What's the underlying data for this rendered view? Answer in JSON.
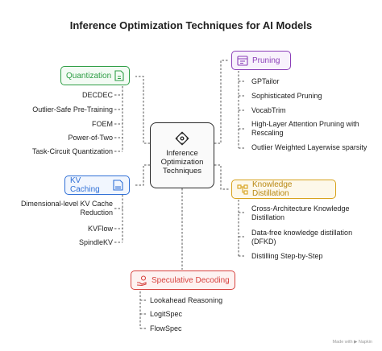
{
  "title": "Inference Optimization Techniques for AI Models",
  "center": {
    "label_lines": [
      "Inference",
      "Optimization",
      "Techniques"
    ]
  },
  "colors": {
    "quantization": "#2e9e45",
    "pruning": "#8b3fb8",
    "kv_caching": "#2f6fd6",
    "knowledge_distillation": "#d7a21c",
    "speculative_decoding": "#d7423e"
  },
  "categories": {
    "quantization": {
      "label": "Quantization",
      "icon": "document-icon",
      "items": [
        "DECDEC",
        "Outlier-Safe Pre-Training",
        "FOEM",
        "Power-of-Two",
        "Task-Circuit Quantization"
      ]
    },
    "pruning": {
      "label": "Pruning",
      "icon": "calendar-list-icon",
      "items": [
        "GPTailor",
        "Sophisticated Pruning",
        "VocabTrim",
        "High-Layer Attention Pruning with Rescaling",
        "Outlier Weighted Layerwise sparsity"
      ]
    },
    "kv_caching": {
      "label": "KV Caching",
      "icon": "key-document-icon",
      "items": [
        "Dimensional-level KV Cache Reduction",
        "KVFlow",
        "SpindleKV"
      ]
    },
    "knowledge_distillation": {
      "label": "Knowledge Distillation",
      "icon": "hierarchy-icon",
      "items": [
        "Cross-Architecture Knowledge Distillation",
        "Data-free knowledge distillation (DFKD)",
        "Distilling Step-by-Step"
      ]
    },
    "speculative_decoding": {
      "label": "Speculative Decoding",
      "icon": "hand-coins-icon",
      "items": [
        "Lookahead Reasoning",
        "LogitSpec",
        "FlowSpec"
      ]
    }
  },
  "footer": "Made with ▶ Napkin"
}
